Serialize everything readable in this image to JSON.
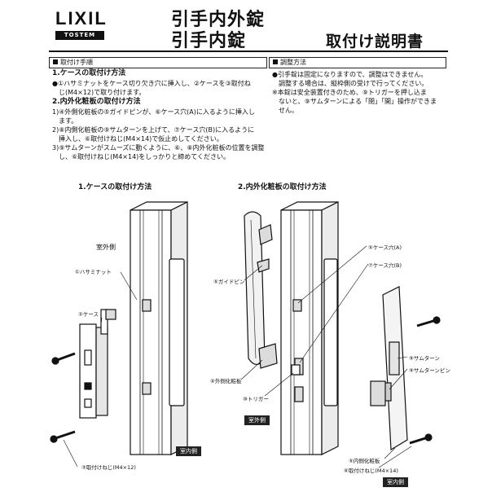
{
  "header": {
    "brand": "LIXIL",
    "brand_sub": "TOSTEM",
    "title_line1": "引手内外錠",
    "title_line2": "引手内錠",
    "manual_title": "取付け説明書"
  },
  "left_section": {
    "heading": "取付け手順",
    "step1_title": "1.ケースの取付け方法",
    "step1_line1": "●①ハサミナットをケース切り欠き穴に挿入し、②ケースを③取付ね",
    "step1_line2": "じ(M4×12)で取り付けます。",
    "step2_title": "2.内外化粧板の取付け方法",
    "step2_line1": "1)④外側化粧板の⑤ガイドピンが、⑥ケース穴(A)に入るように挿入し",
    "step2_line2": "ます。",
    "step2_line3": "2)⑧内側化粧板の⑨サムターンを上げて、⑦ケース穴(B)に入るように",
    "step2_line4": "挿入し、⑥取付けねじ(M4×14)で仮止めしてください。",
    "step2_line5": "3)⑨サムターンがスムーズに動くように、⑥、⑧内外化粧板の位置を調整",
    "step2_line6": "し、⑥取付けねじ(M4×14)をしっかりと締めてください。"
  },
  "right_section": {
    "heading": "調整方法",
    "line1": "●引手錠は固定になりますので、調整はできません。",
    "line2": "調整する場合は、縦枠側の受けで行ってください。",
    "line3": "※本錠は安全装置付きのため、⑨トリガーを押し込ま",
    "line4": "ないと、⑨サムターンによる「閉」「開」操作ができま",
    "line5": "せん。"
  },
  "figure1": {
    "title": "1.ケースの取付け方法",
    "outdoor": "室外側",
    "indoor": "室内側",
    "nut": "①ハサミナット",
    "case": "②ケース",
    "screw": "③取付けねじ(M4×12)"
  },
  "figure2": {
    "title": "2.内外化粧板の取付け方法",
    "hole_a": "⑤ケース穴(A)",
    "hole_b": "⑦ケース穴(B)",
    "guide_pin": "⑤ガイドピン",
    "thumbturn": "⑨サムターン",
    "thumbturn_pin": "⑨サムターンピン",
    "outer_plate": "④外側化粧板",
    "trigger": "⑩トリガー",
    "outdoor": "室外側",
    "inner_plate": "⑤内側化粧板",
    "screw": "⑥取付けねじ(M4×14)",
    "indoor": "室内側"
  },
  "colors": {
    "ink": "#111111",
    "paper": "#ffffff",
    "shade": "#cfcfcf"
  }
}
